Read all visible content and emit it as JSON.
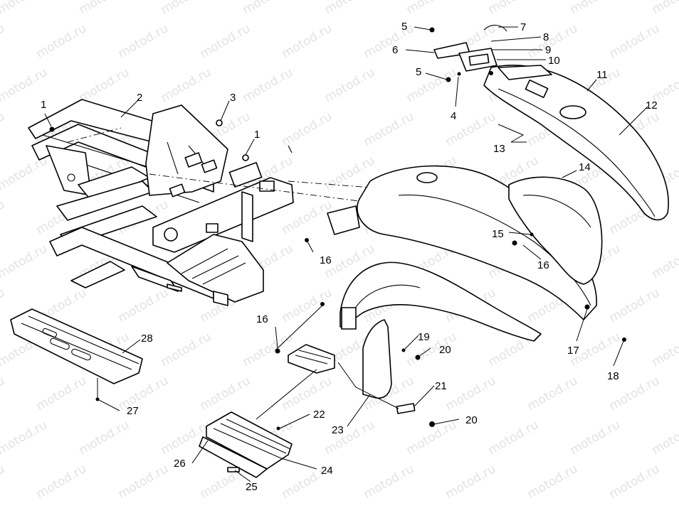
{
  "watermark": "motod.ru",
  "callouts": {
    "c1a": "1",
    "c1b": "1",
    "c2": "2",
    "c3": "3",
    "c4": "4",
    "c5a": "5",
    "c5b": "5",
    "c6": "6",
    "c7": "7",
    "c8": "8",
    "c9": "9",
    "c10": "10",
    "c11": "11",
    "c12": "12",
    "c13": "13",
    "c14": "14",
    "c15": "15",
    "c16a": "16",
    "c16b": "16",
    "c16c": "16",
    "c17": "17",
    "c18": "18",
    "c19": "19",
    "c20a": "20",
    "c20b": "20",
    "c21": "21",
    "c22": "22",
    "c23": "23",
    "c24": "24",
    "c25": "25",
    "c26": "26",
    "c27": "27",
    "c28": "28"
  },
  "parts": {
    "frame": "frame-icon",
    "skid_plate": "skid-plate-icon",
    "rear_fender": "rear-fender-icon",
    "front_fender": "front-fender-icon",
    "fender_flare": "fender-flare-icon",
    "mud_flap": "mud-flap-icon",
    "footrest": "footrest-icon",
    "taillight": "taillight-icon"
  }
}
